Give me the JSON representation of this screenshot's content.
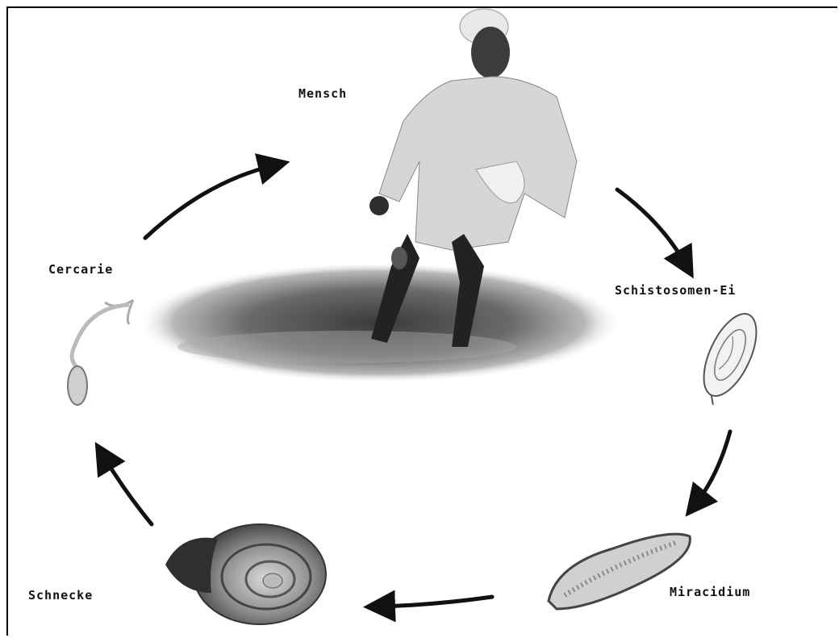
{
  "diagram": {
    "stages": {
      "human": {
        "label": "Mensch"
      },
      "egg": {
        "label": "Schistosomen-Ei"
      },
      "miracidium": {
        "label": "Miracidium"
      },
      "snail": {
        "label": "Schnecke"
      },
      "cercaria": {
        "label": "Cercarie"
      }
    },
    "colors": {
      "ink": "#111111",
      "background": "#ffffff",
      "water": "#6f6f6f"
    }
  }
}
